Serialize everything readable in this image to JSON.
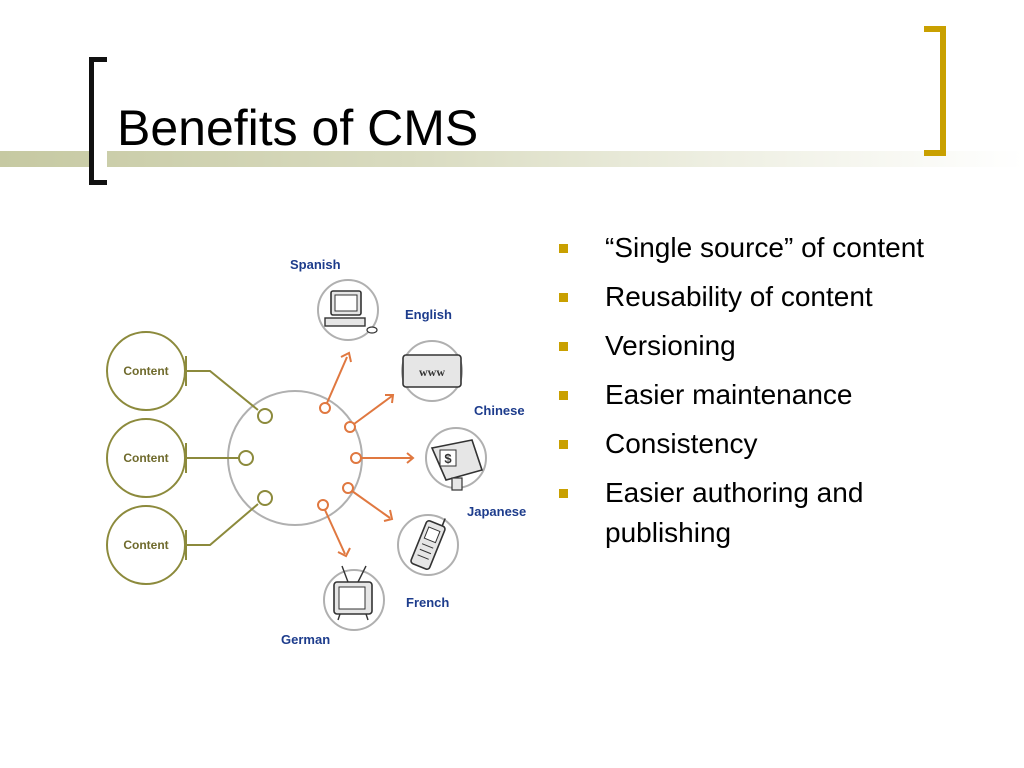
{
  "slide": {
    "title": "Benefits of CMS",
    "bullets": [
      "“Single source” of content",
      "Reusability of content",
      "Versioning",
      "Easier maintenance",
      "Consistency",
      "Easier authoring and publishing"
    ]
  },
  "diagram": {
    "content_labels": [
      "Content",
      "Content",
      "Content"
    ],
    "languages": [
      "Spanish",
      "English",
      "Chinese",
      "Japanese",
      "French",
      "German"
    ],
    "www_label": "www",
    "dollar_label": "$",
    "devices": [
      "desktop-computer-icon",
      "website-icon",
      "kiosk-icon",
      "mobile-phone-icon",
      "television-icon"
    ]
  },
  "colors": {
    "olive": "#8c8a3c",
    "orange": "#e07840",
    "hub_gray": "#b0b0b0",
    "language_blue": "#1d3c8c",
    "accent_gold": "#c9a000"
  }
}
